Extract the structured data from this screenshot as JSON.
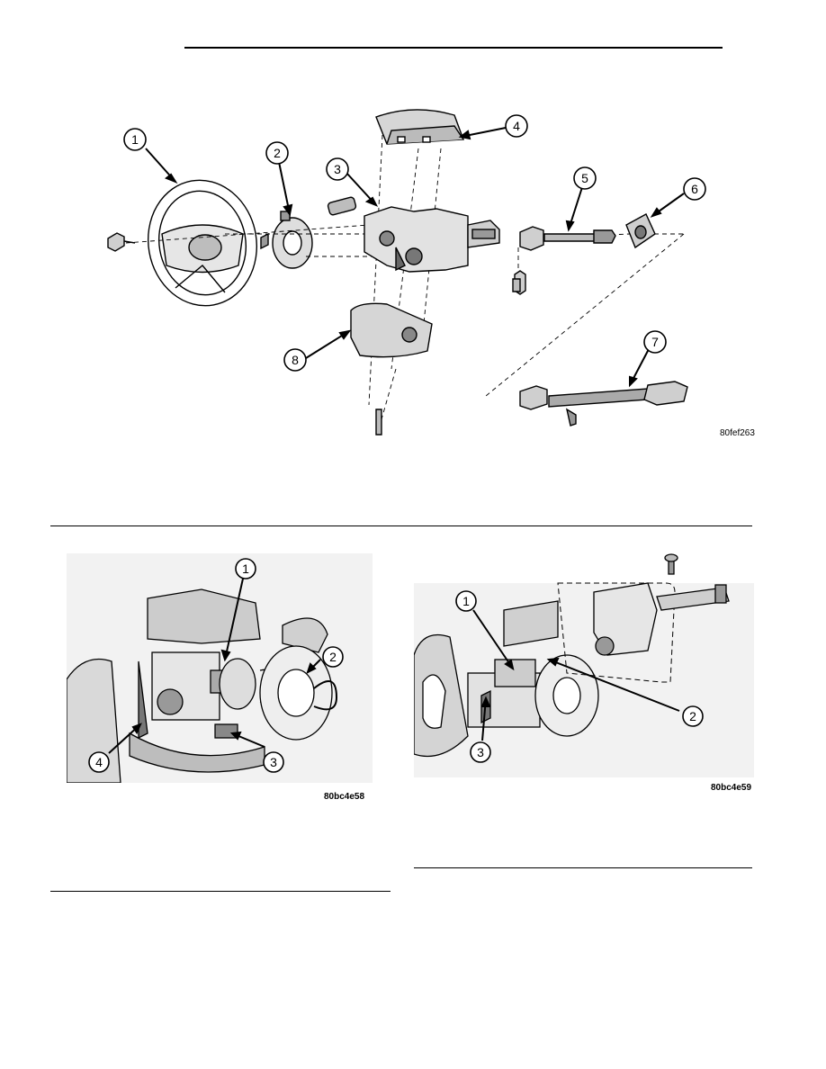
{
  "figures": [
    {
      "id": "steering-column-exploded",
      "code": "80fef263",
      "callouts": [
        "1",
        "2",
        "3",
        "4",
        "5",
        "6",
        "7",
        "8"
      ]
    },
    {
      "id": "clockspring-connectors",
      "code": "80bc4e58",
      "callouts": [
        "1",
        "2",
        "3",
        "4"
      ]
    },
    {
      "id": "multifunction-switch",
      "code": "80bc4e59",
      "callouts": [
        "1",
        "2",
        "3"
      ]
    }
  ]
}
